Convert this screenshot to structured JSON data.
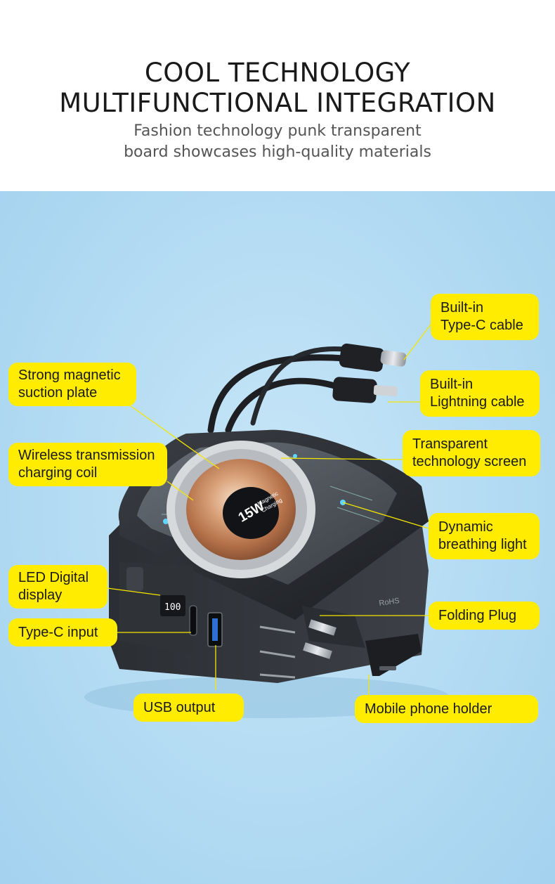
{
  "header": {
    "title_line1": "COOL TECHNOLOGY",
    "title_line2": "MULTIFUNCTIONAL INTEGRATION",
    "subtitle_line1": "Fashion technology punk transparent",
    "subtitle_line2": "board showcases high-quality materials"
  },
  "product": {
    "badge_value": "15W",
    "badge_line1": "Magnetic",
    "badge_line2": "Charging",
    "display_text": "100",
    "side_label": "RoHS"
  },
  "colors": {
    "callout": "#ffec00",
    "background": "#b3dbf3",
    "device_body": "#2a2d32",
    "coil": "#c88a5a"
  },
  "callouts": {
    "typec_cable": {
      "line1": "Built-in",
      "line2": "Type-C cable"
    },
    "lightning_cable": {
      "line1": "Built-in",
      "line2": "Lightning cable"
    },
    "transparent_screen": {
      "line1": "Transparent",
      "line2": "technology screen"
    },
    "breathing_light": {
      "line1": "Dynamic",
      "line2": "breathing light"
    },
    "folding_plug": {
      "line1": "Folding Plug"
    },
    "phone_holder": {
      "line1": "Mobile phone holder"
    },
    "magnetic_plate": {
      "line1": "Strong magnetic",
      "line2": "suction plate"
    },
    "charging_coil": {
      "line1": "Wireless transmission",
      "line2": "charging coil"
    },
    "led_display": {
      "line1": "LED Digital",
      "line2": "display"
    },
    "typec_input": {
      "line1": "Type-C input"
    },
    "usb_output": {
      "line1": "USB output"
    }
  }
}
